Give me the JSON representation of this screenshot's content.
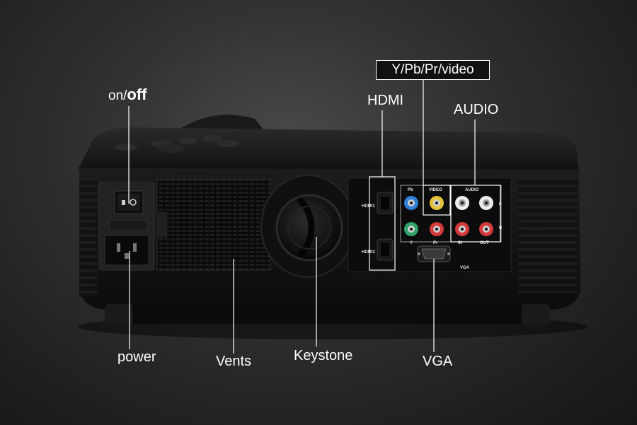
{
  "callouts": {
    "on_prefix": "on/",
    "off": "off",
    "ypbpr": "Y/Pb/Pr/video",
    "hdmi": "HDMI",
    "audio": "AUDIO",
    "power": "power",
    "vents": "Vents",
    "keystone": "Keystone",
    "vga": "VGA"
  },
  "panel_markings": {
    "hdmi1": "HDMI1",
    "hdmi2": "HDMI2",
    "pb": "Pb",
    "video": "VIDEO",
    "audio": "AUDIO",
    "y": "Y",
    "pr": "Pr",
    "in": "IN",
    "out": "OUT",
    "vga": "VGA",
    "left_channel": "L",
    "right_channel": "R"
  },
  "colors": {
    "background": "#2b2b2b",
    "body": "#151515",
    "callout_text": "#ffffff",
    "jack_blue": "#2f7fd6",
    "jack_yellow": "#e6c23a",
    "jack_green": "#2fa36a",
    "jack_red": "#d33a3a",
    "jack_white": "#ededed"
  }
}
